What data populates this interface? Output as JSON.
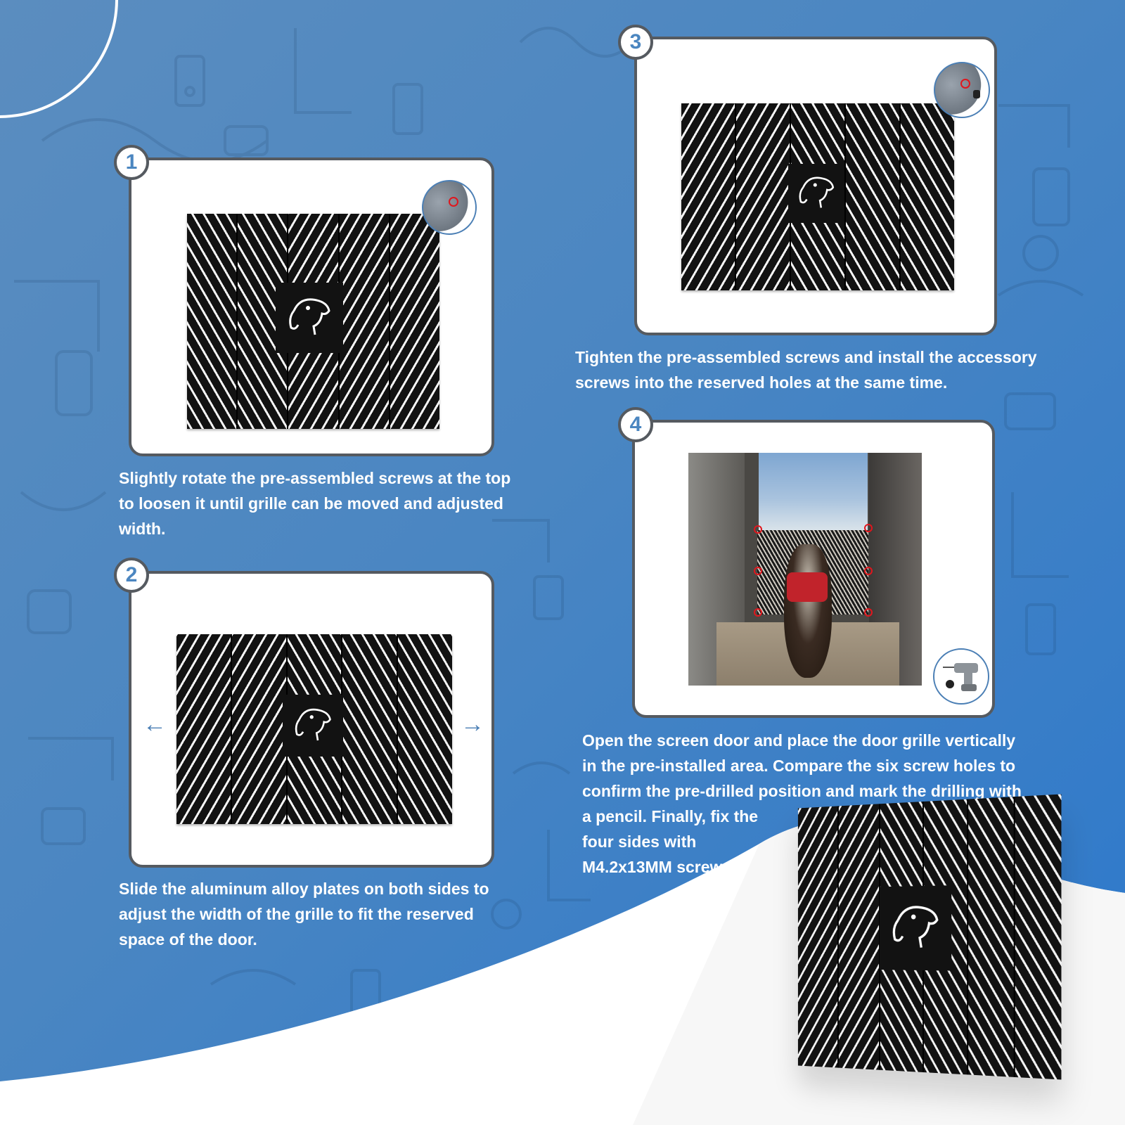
{
  "steps": [
    {
      "number": "1",
      "caption": "Slightly rotate the pre-assembled screws at the top to loosen it until grille can be moved and adjusted width.",
      "illustration": "grille-with-loosen-screw-detail"
    },
    {
      "number": "2",
      "caption": "Slide the aluminum alloy plates on both sides to adjust the width of the grille to fit the reserved space of the door.",
      "illustration": "grille-with-slide-arrows",
      "arrows": [
        "←",
        "→"
      ]
    },
    {
      "number": "3",
      "caption": "Tighten the pre-assembled screws and install the accessory screws into the reserved holes at the same time.",
      "illustration": "grille-with-tighten-screw-detail"
    },
    {
      "number": "4",
      "caption_lines": [
        "Open the screen door and place the door grille vertically",
        "in the pre-installed area. Compare the six screw holes to",
        "confirm the pre-drilled position and mark the drilling with",
        "a pencil. Finally, fix the",
        "four sides with",
        "M4.2x13MM screws."
      ],
      "illustration": "dog-behind-installed-grille-photo",
      "screw_marks": 6,
      "tool_icon": "drill-icon"
    }
  ],
  "colors": {
    "background": "#4a86c2",
    "background_deep": "#2c78cc",
    "card_border": "#555a60",
    "badge_text": "#4b86c0",
    "caption_text": "#ffffff",
    "screw_mark": "#e0161d",
    "grille": "#121212"
  }
}
